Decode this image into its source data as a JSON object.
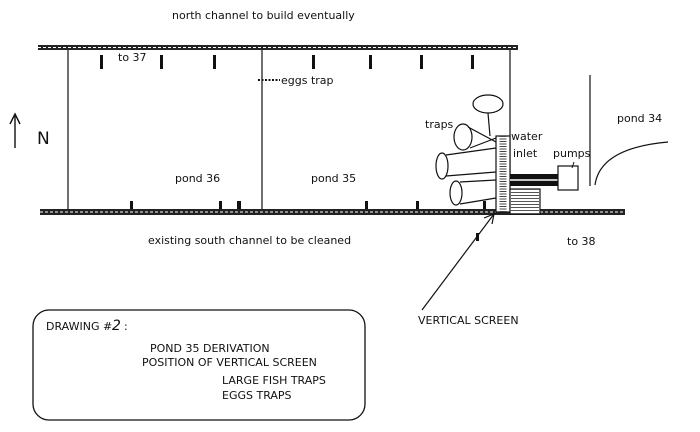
{
  "labels": {
    "north_channel": "north channel to build eventually",
    "to_37": "to 37",
    "eggs_trap": "eggs trap",
    "north_mark": "N",
    "pond_36": "pond 36",
    "pond_35": "pond 35",
    "pond_34": "pond 34",
    "traps": "traps",
    "water": "water",
    "inlet": "inlet",
    "pumps": "pumps",
    "south_channel": "existing south channel to be cleaned",
    "to_38": "to 38",
    "vertical_screen": "VERTICAL SCREEN"
  },
  "legend": {
    "title": "DRAWING #",
    "number": "2",
    "line1": "POND 35 DERIVATION",
    "line2": "POSITION OF VERTICAL SCREEN",
    "line3": "LARGE FISH TRAPS",
    "line4": "EGGS TRAPS"
  }
}
